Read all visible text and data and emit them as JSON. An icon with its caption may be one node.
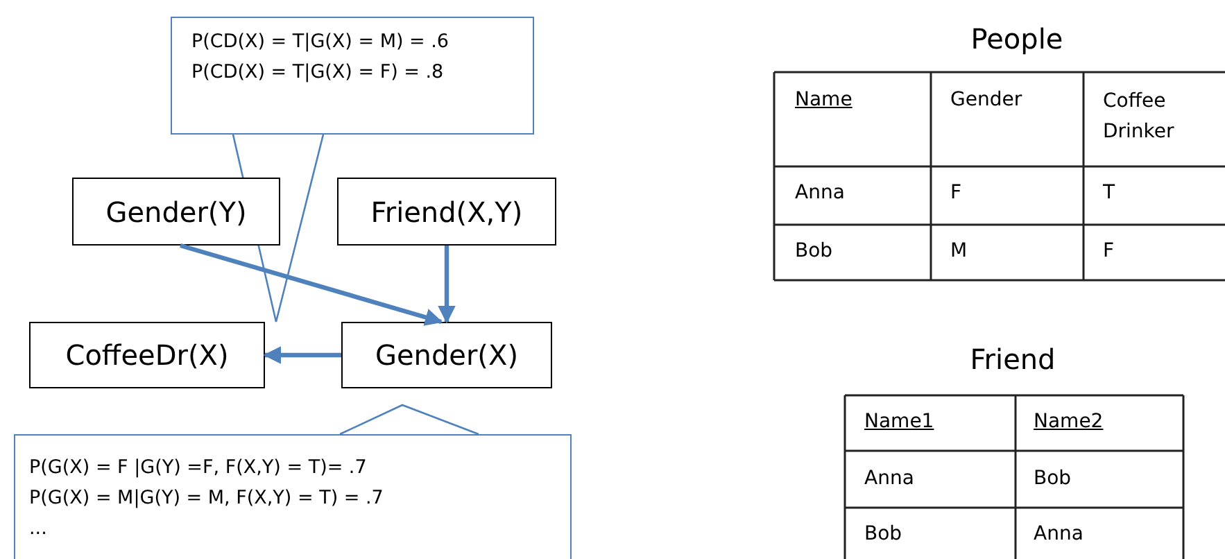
{
  "diagram": {
    "nodes": [
      {
        "text": [
          "P(CD(X) = T|G(X) = M) = .6",
          "P(CD(X) = T|G(X) = F) = .8"
        ]
      },
      {
        "text": [
          "Gender(Y)"
        ]
      },
      {
        "text": [
          "Friend(X,Y)"
        ]
      },
      {
        "text": [
          "CoffeeDr(X)"
        ]
      },
      {
        "text": [
          "Gender(X)"
        ]
      },
      {
        "text": [
          "P(G(X) = F |G(Y) =F, F(X,Y) = T)= .7",
          "P(G(X) = M|G(Y) = M, F(X,Y) = T) = .7",
          "..."
        ]
      }
    ],
    "edges": [
      {
        "from": 1,
        "to": 4,
        "arrow": "to"
      },
      {
        "from": 2,
        "to": 4,
        "arrow": "to"
      },
      {
        "from": 4,
        "to": 3,
        "arrow": "to"
      }
    ],
    "labels": [
      "People",
      "Name",
      "Gender",
      "Coffee Drinker",
      "Anna",
      "F",
      "T",
      "Bob",
      "M",
      "F",
      "Friend",
      "Name1",
      "Name2",
      "Anna",
      "Bob",
      "Bob",
      "Anna"
    ]
  }
}
